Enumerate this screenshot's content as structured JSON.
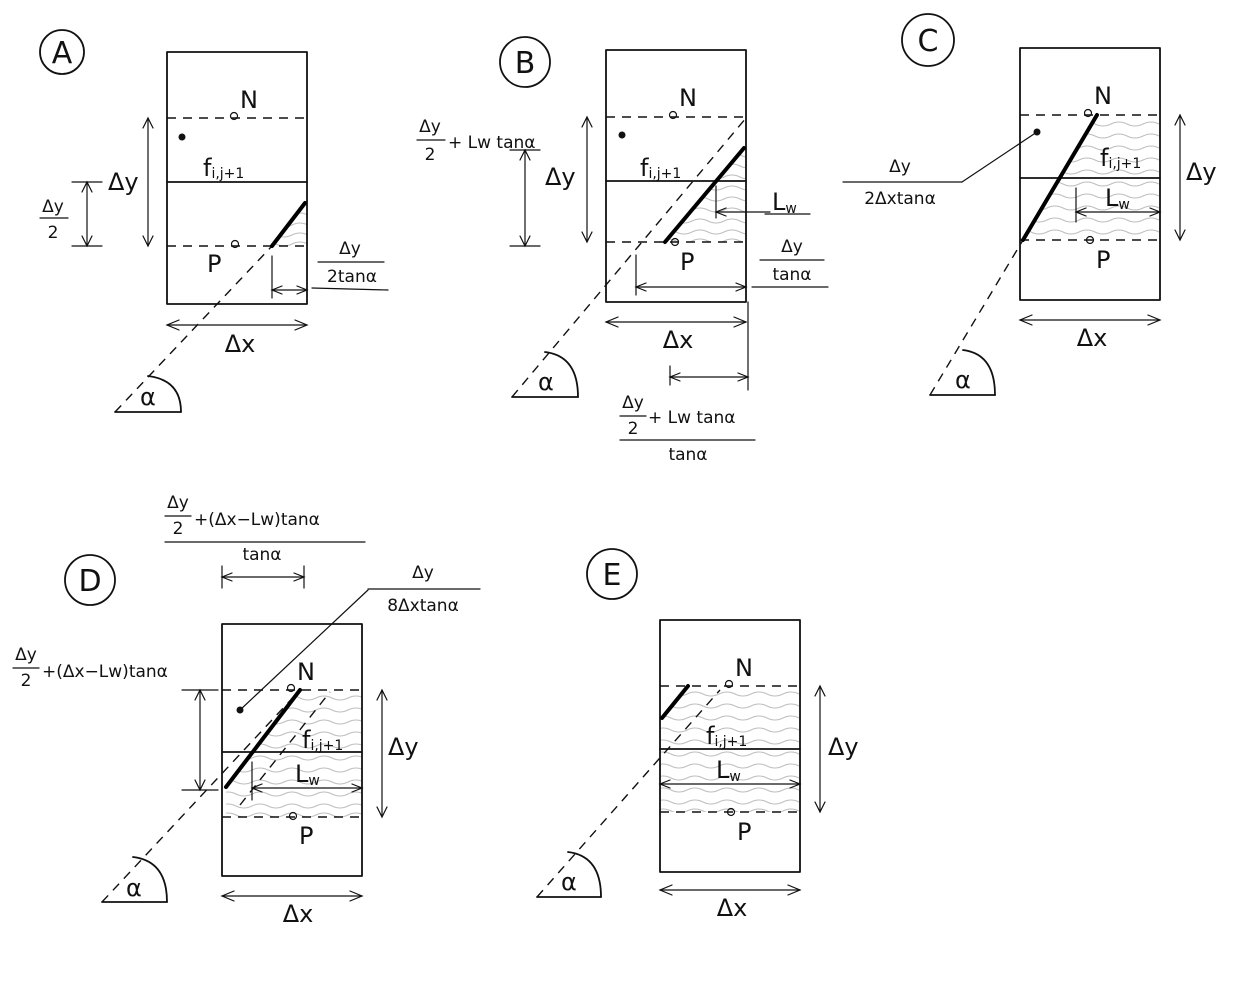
{
  "panels": {
    "A": {
      "label": "A",
      "node_top": "N",
      "node_bottom": "P",
      "f_base": "f",
      "f_sub": "i,j+1",
      "dy": "Δy",
      "dx": "Δx",
      "alpha": "α",
      "half_num": "Δy",
      "half_den": "2",
      "frac_num": "Δy",
      "frac_den": "2tanα"
    },
    "B": {
      "label": "B",
      "node_top": "N",
      "node_bottom": "P",
      "f_base": "f",
      "f_sub": "i,j+1",
      "dy": "Δy",
      "dx": "Δx",
      "alpha": "α",
      "lw": "L",
      "lw_sub": "w",
      "left_num": "Δy",
      "left_den": "2",
      "left_rest": "+ Lw tanα",
      "right_num": "Δy",
      "right_den": "tanα",
      "bot_num_top": "Δy",
      "bot_num_den": "2",
      "bot_num_rest": "+ Lw tanα",
      "bot_den": "tanα"
    },
    "C": {
      "label": "C",
      "node_top": "N",
      "node_bottom": "P",
      "f_base": "f",
      "f_sub": "i,j+1",
      "dy": "Δy",
      "dx": "Δx",
      "alpha": "α",
      "lw": "L",
      "lw_sub": "w",
      "callout_num": "Δy",
      "callout_den": "2Δxtanα"
    },
    "D": {
      "label": "D",
      "node_top": "N",
      "node_bottom": "P",
      "f_base": "f",
      "f_sub": "i,j+1",
      "dy": "Δy",
      "dx": "Δx",
      "alpha": "α",
      "lw": "L",
      "lw_sub": "w",
      "top_num_top": "Δy",
      "top_num_den": "2",
      "top_num_rest": "+(Δx−Lw)tanα",
      "top_den": "tanα",
      "callout_num": "Δy",
      "callout_den": "8Δxtanα",
      "left_num": "Δy",
      "left_den": "2",
      "left_rest": "+(Δx−Lw)tanα"
    },
    "E": {
      "label": "E",
      "node_top": "N",
      "node_bottom": "P",
      "f_base": "f",
      "f_sub": "i,j+1",
      "dy": "Δy",
      "dx": "Δx",
      "alpha": "α",
      "lw": "L",
      "lw_sub": "w"
    }
  }
}
